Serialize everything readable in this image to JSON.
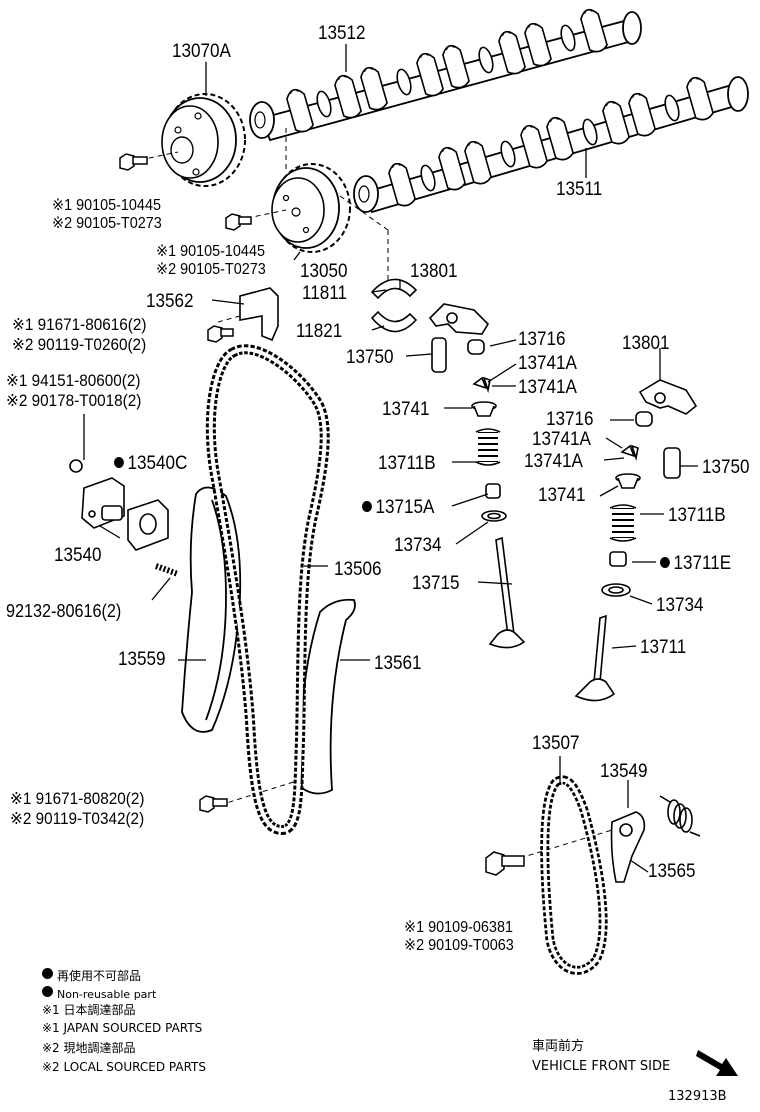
{
  "labels": {
    "p13070A": "13070A",
    "p13512": "13512",
    "p13511": "13511",
    "bolt1_a": "※1 90105-10445",
    "bolt1_b": "※2 90105-T0273",
    "bolt2_a": "※1 90105-10445",
    "bolt2_b": "※2 90105-T0273",
    "p13050": "13050",
    "p13801a": "13801",
    "p11811": "11811",
    "p13562": "13562",
    "p11821": "11821",
    "p13716a": "13716",
    "p13750a": "13750",
    "p13801b": "13801",
    "bolt3_a": "※1 91671-80616(2)",
    "bolt3_b": "※2 90119-T0260(2)",
    "p13741A1": "13741A",
    "p13741A2": "13741A",
    "nut_a": "※1 94151-80600(2)",
    "nut_b": "※2 90178-T0018(2)",
    "p13741a": "13741",
    "p13716b": "13716",
    "p13741A3": "13741A",
    "p13711Ba": "13711B",
    "p13741A4": "13741A",
    "p13750b": "13750",
    "p13540C": "13540C",
    "p13741b": "13741",
    "p13715A": "13715A",
    "p13711Bb": "13711B",
    "p13734a": "13734",
    "p13540": "13540",
    "p13711E": "13711E",
    "p13506": "13506",
    "p13715": "13715",
    "stud": "92132-80616(2)",
    "p13734b": "13734",
    "p13559": "13559",
    "p13561": "13561",
    "p13711": "13711",
    "p13507": "13507",
    "p13549": "13549",
    "bolt4_a": "※1 91671-80820(2)",
    "bolt4_b": "※2 90119-T0342(2)",
    "p13565": "13565",
    "bolt5_a": "※1 90109-06381",
    "bolt5_b": "※2 90109-T0063"
  },
  "legend": {
    "nonreuse_jp": "再使用不可部品",
    "nonreuse_en": "Non-reusable part",
    "japan_jp": "※1 日本調達部品",
    "japan_en": "※1 JAPAN SOURCED PARTS",
    "local_jp": "※2 現地調達部品",
    "local_en": "※2 LOCAL SOURCED PARTS"
  },
  "front": {
    "jp": "車両前方",
    "en": "VEHICLE FRONT SIDE"
  },
  "figure_id": "132913B"
}
